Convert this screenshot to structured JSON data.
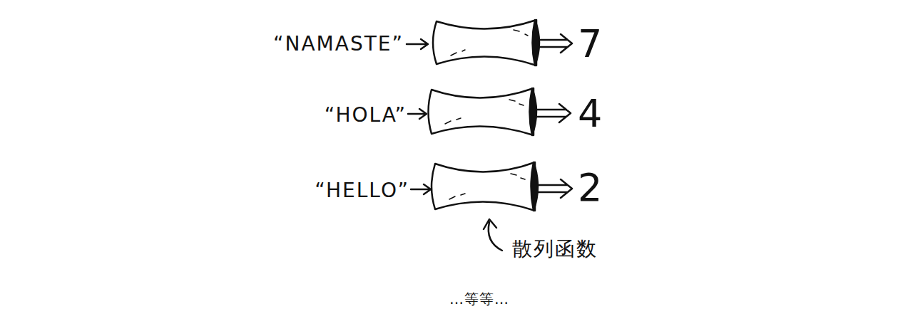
{
  "diagram": {
    "caption": "…等等…",
    "labels": [
      "“NAMASTE”",
      "7",
      "“HOLA”",
      "4",
      "“HELLO”",
      "2",
      "散列函数"
    ]
  }
}
